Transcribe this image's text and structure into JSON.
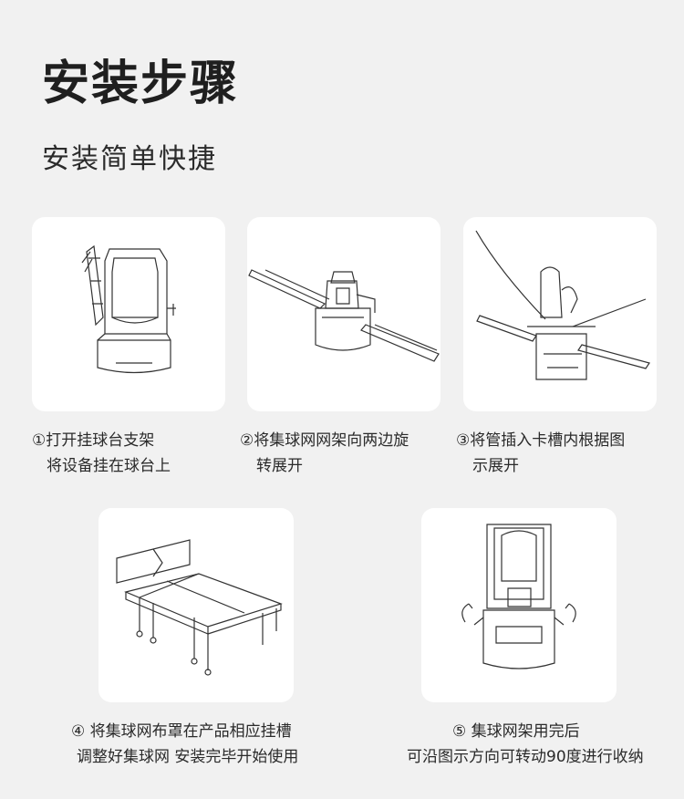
{
  "header": {
    "title": "安装步骤",
    "subtitle": "安装简单快捷"
  },
  "steps": [
    {
      "line1": "①打开挂球台支架",
      "line2": "将设备挂在球台上"
    },
    {
      "line1": "②将集球网网架向两边旋",
      "line2": "转展开"
    },
    {
      "line1": "③将管插入卡槽内根据图",
      "line2": "示展开"
    },
    {
      "line1": "④ 将集球网布罩在产品相应挂槽",
      "line2": "调整好集球网  安装完毕开始使用"
    },
    {
      "line1": "⑤ 集球网架用完后",
      "line2": "可沿图示方向可转动90度进行收纳"
    }
  ]
}
